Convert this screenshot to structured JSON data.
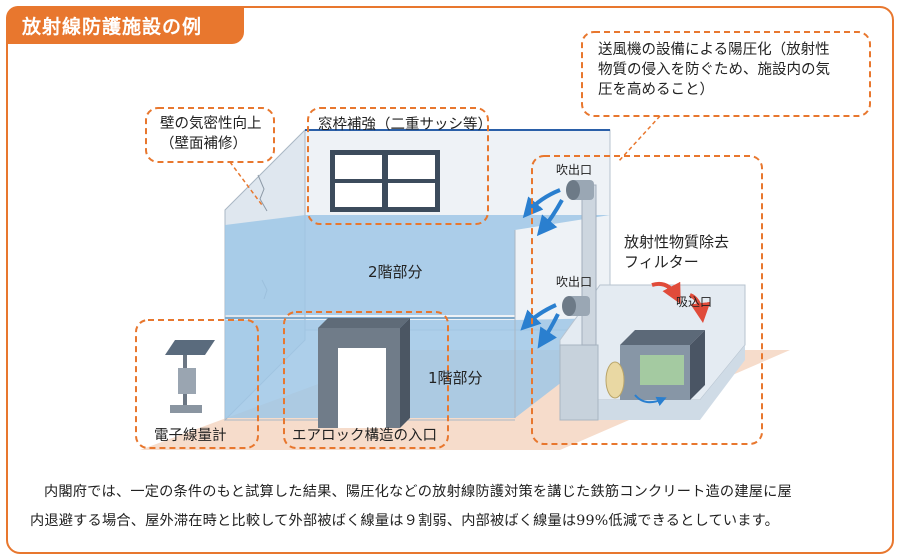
{
  "title": "放射線防護施設の例",
  "callouts": {
    "pressurization": [
      "送風機の設備による陽圧化（放射性",
      "物質の侵入を防ぐため、施設内の気",
      "圧を高めること）"
    ],
    "wall": [
      "壁の気密性向上",
      "（壁面補修）"
    ],
    "window": "窓枠補強（二重サッシ等）",
    "outlet_top": "吹出口",
    "outlet_bottom": "吹出口",
    "filter": [
      "放射性物質除去",
      "フィルター"
    ],
    "intake": "吸込口",
    "floor2": "2階部分",
    "floor1": "1階部分",
    "dosimeter": "電子線量計",
    "airlock": "エアロック構造の入口"
  },
  "caption": {
    "line1": "内閣府では、一定の条件のもと試算した結果、陽圧化などの放射線防護対策を講じた鉄筋コンクリート造の建屋に屋",
    "line2": "内退避する場合、屋外滞在時と比較して外部被ばく線量は９割弱、内部被ばく線量は99%低減できるとしています。"
  },
  "colors": {
    "accent": "#e8772e",
    "airflow": "#2a7fcf",
    "intake_arrow": "#e04b3a",
    "floor_blue": "#9fc7e6",
    "wall": "#dfe7ef",
    "ground": "#f6dccb"
  },
  "icons": {
    "outlet": "fan-outlet-icon",
    "filter": "filter-unit-icon",
    "dosimeter": "dosimeter-icon"
  }
}
